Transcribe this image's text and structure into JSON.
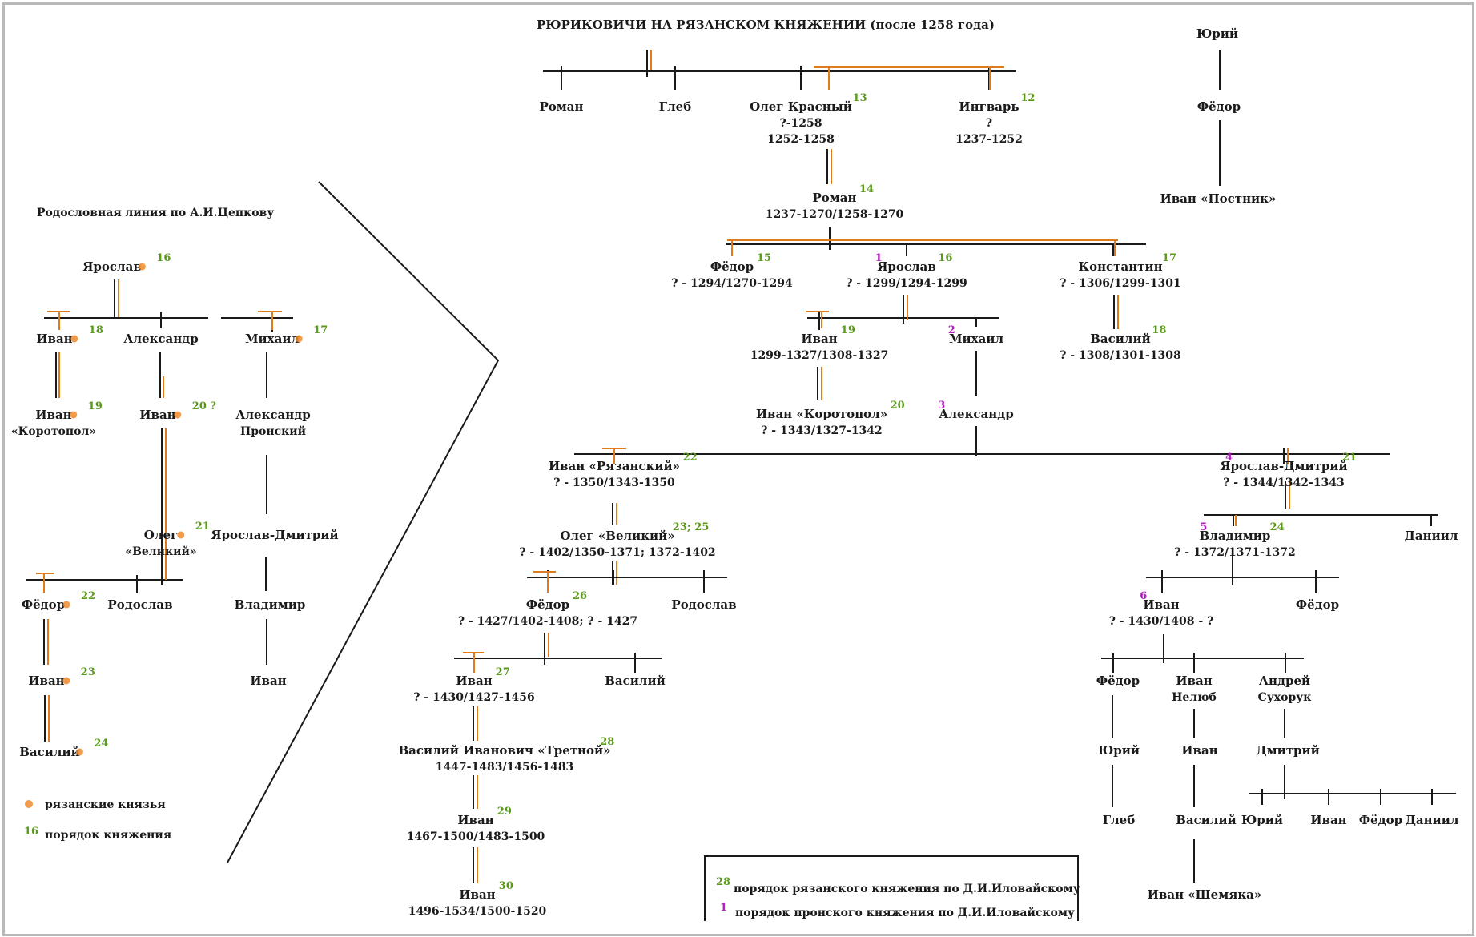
{
  "title": "РЮРИКОВИЧИ НА РЯЗАНСКОМ КНЯЖЕНИИ  (после 1258 года)",
  "lineage_caption": "Родословная линия  по  А.И.Цепкову",
  "legend_left": {
    "dot_label": "рязанские  князья",
    "num_sample": "16",
    "num_label": "порядок княжения"
  },
  "legend_box": {
    "green_num": "28",
    "green_label": "порядок  рязанского  княжения  по  Д.И.Иловайскому",
    "purple_num": "1",
    "purple_label": "порядок пронского княжения  по  Д.И.Иловайскому"
  },
  "colors": {
    "green": "#5a9a1a",
    "purple": "#b21dbf",
    "orange": "#e07b1a",
    "dot": "#f08a2a"
  },
  "nodes": [
    {
      "id": "roman0",
      "lines": [
        "Роман"
      ]
    },
    {
      "id": "gleb0",
      "lines": [
        "Глеб"
      ]
    },
    {
      "id": "oleg_krasny",
      "lines": [
        "Олег  Красный",
        "?-1258",
        "1252-1258"
      ],
      "num": "13"
    },
    {
      "id": "ingvar",
      "lines": [
        "Ингварь",
        "?",
        "1237-1252"
      ],
      "num": "12"
    },
    {
      "id": "yuri_top",
      "lines": [
        "Юрий"
      ]
    },
    {
      "id": "fedor_top",
      "lines": [
        "Фёдор"
      ]
    },
    {
      "id": "ivan_postnik",
      "lines": [
        "Иван «Постник»"
      ]
    },
    {
      "id": "roman14",
      "lines": [
        "Роман",
        "1237-1270/1258-1270"
      ],
      "num": "14"
    },
    {
      "id": "fedor15",
      "lines": [
        "Фёдор",
        "? - 1294/1270-1294"
      ],
      "num": "15"
    },
    {
      "id": "yaroslav16",
      "lines": [
        "Ярослав",
        "? - 1299/1294-1299"
      ],
      "num": "16",
      "pnum": "1"
    },
    {
      "id": "konstantin17",
      "lines": [
        "Константин",
        "? - 1306/1299-1301"
      ],
      "num": "17"
    },
    {
      "id": "ivan19",
      "lines": [
        "Иван",
        "1299-1327/1308-1327"
      ],
      "num": "19"
    },
    {
      "id": "mikhail2",
      "lines": [
        "Михаил"
      ],
      "pnum": "2"
    },
    {
      "id": "vasily18",
      "lines": [
        "Василий",
        "? - 1308/1301-1308"
      ],
      "num": "18"
    },
    {
      "id": "ivan20",
      "lines": [
        "Иван   «Коротопол»",
        "? - 1343/1327-1342"
      ],
      "num": "20"
    },
    {
      "id": "alexandr3",
      "lines": [
        "Александр"
      ],
      "pnum": "3"
    },
    {
      "id": "ivan22",
      "lines": [
        "Иван   «Рязанский»",
        "? - 1350/1343-1350"
      ],
      "num": "22"
    },
    {
      "id": "yar_dm21",
      "lines": [
        "Ярослав-Дмитрий",
        "? - 1344/1342-1343"
      ],
      "num": "21",
      "pnum": "4"
    },
    {
      "id": "oleg23",
      "lines": [
        "Олег «Великий»",
        "? - 1402/1350-1371;  1372-1402"
      ],
      "num": "23; 25"
    },
    {
      "id": "vladimir24",
      "lines": [
        "Владимир",
        "? - 1372/1371-1372"
      ],
      "num": "24",
      "pnum": "5"
    },
    {
      "id": "daniil_r",
      "lines": [
        "Даниил"
      ]
    },
    {
      "id": "fedor26",
      "lines": [
        "Фёдор",
        "? - 1427/1402-1408;  ? - 1427"
      ],
      "num": "26"
    },
    {
      "id": "rodoslav_r",
      "lines": [
        "Родослав"
      ]
    },
    {
      "id": "ivan6",
      "lines": [
        "Иван",
        "? - 1430/1408 - ?"
      ],
      "pnum": "6"
    },
    {
      "id": "fedor_r6",
      "lines": [
        "Фёдор"
      ]
    },
    {
      "id": "ivan27",
      "lines": [
        "Иван",
        "? - 1430/1427-1456"
      ],
      "num": "27"
    },
    {
      "id": "vasily_r",
      "lines": [
        "Василий"
      ]
    },
    {
      "id": "fedor_b",
      "lines": [
        "Фёдор"
      ]
    },
    {
      "id": "ivan_nelyub",
      "lines": [
        "Иван",
        "Нелюб"
      ]
    },
    {
      "id": "andrey",
      "lines": [
        "Андрей",
        "Сухорук"
      ]
    },
    {
      "id": "vasily28",
      "lines": [
        "Василий Иванович «Третной»",
        "1447-1483/1456-1483"
      ],
      "num": "28"
    },
    {
      "id": "yuri_b",
      "lines": [
        "Юрий"
      ]
    },
    {
      "id": "ivan_b",
      "lines": [
        "Иван"
      ]
    },
    {
      "id": "dmitry_b",
      "lines": [
        "Дмитрий"
      ]
    },
    {
      "id": "ivan29",
      "lines": [
        "Иван",
        "1467-1500/1483-1500"
      ],
      "num": "29"
    },
    {
      "id": "gleb_b",
      "lines": [
        "Глеб"
      ]
    },
    {
      "id": "vasily_b",
      "lines": [
        "Василий"
      ]
    },
    {
      "id": "yuri_c",
      "lines": [
        "Юрий"
      ]
    },
    {
      "id": "ivan_c",
      "lines": [
        "Иван"
      ]
    },
    {
      "id": "fedor_c",
      "lines": [
        "Фёдор"
      ]
    },
    {
      "id": "daniil_c",
      "lines": [
        "Даниил"
      ]
    },
    {
      "id": "ivan30",
      "lines": [
        "Иван",
        "1496-1534/1500-1520"
      ],
      "num": "30"
    },
    {
      "id": "ivan_shemyaka",
      "lines": [
        "Иван «Шемяка»"
      ]
    },
    {
      "id": "l_yaroslav",
      "lines": [
        "Ярослав"
      ],
      "num": "16",
      "dot": true
    },
    {
      "id": "l_ivan18",
      "lines": [
        "Иван"
      ],
      "num": "18",
      "dot": true
    },
    {
      "id": "l_alexandr",
      "lines": [
        "Александр"
      ]
    },
    {
      "id": "l_mikhail",
      "lines": [
        "Михаил"
      ],
      "num": "17",
      "dot": true
    },
    {
      "id": "l_ivan19",
      "lines": [
        "Иван",
        "«Коротопол»"
      ],
      "num": "19",
      "dot": true
    },
    {
      "id": "l_ivan20",
      "lines": [
        "Иван"
      ],
      "num": "20 ?",
      "dot": true
    },
    {
      "id": "l_alexandr_pr",
      "lines": [
        "Александр",
        "Пронский"
      ]
    },
    {
      "id": "l_oleg21",
      "lines": [
        "Олег",
        "«Великий»"
      ],
      "num": "21",
      "dot": true
    },
    {
      "id": "l_yar_dm",
      "lines": [
        "Ярослав-Дмитрий"
      ]
    },
    {
      "id": "l_fedor22",
      "lines": [
        "Фёдор"
      ],
      "num": "22",
      "dot": true
    },
    {
      "id": "l_rodoslav",
      "lines": [
        "Родослав"
      ]
    },
    {
      "id": "l_vladimir",
      "lines": [
        "Владимир"
      ]
    },
    {
      "id": "l_ivan23",
      "lines": [
        "Иван"
      ],
      "num": "23",
      "dot": true
    },
    {
      "id": "l_ivan_end",
      "lines": [
        "Иван"
      ]
    },
    {
      "id": "l_vasily24",
      "lines": [
        "Василий"
      ],
      "num": "24",
      "dot": true
    }
  ]
}
